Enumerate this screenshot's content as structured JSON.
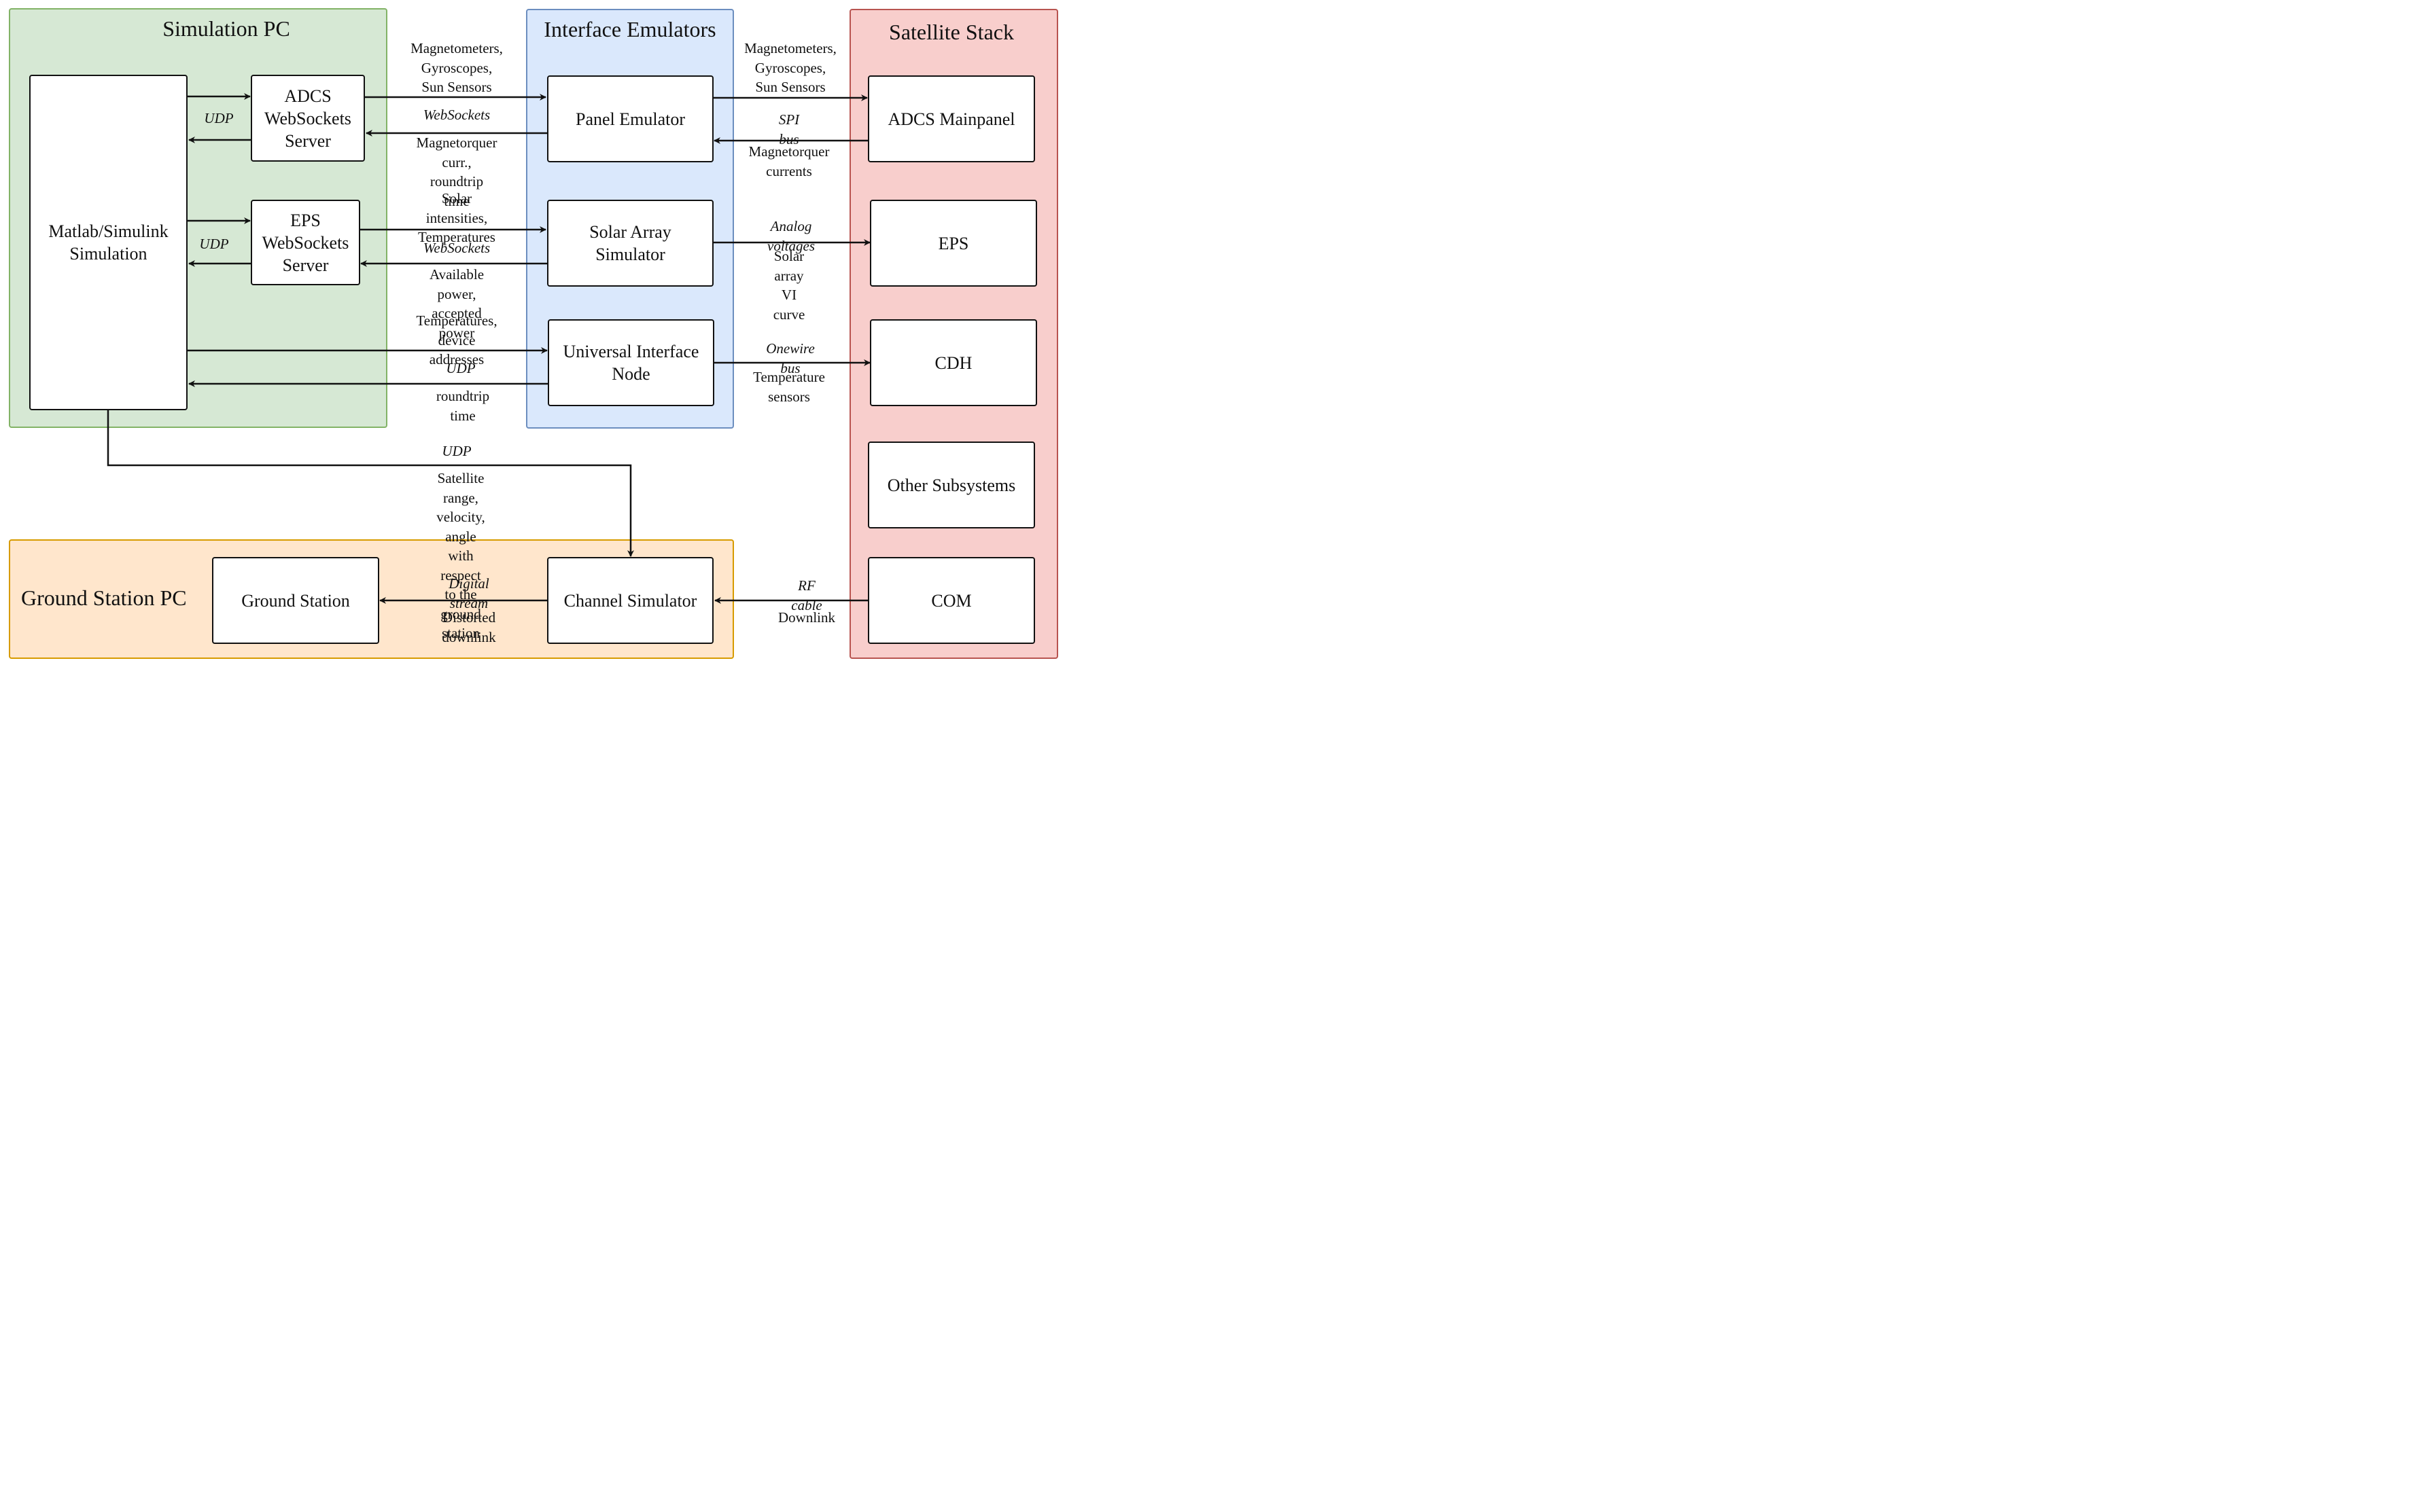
{
  "regions": {
    "simulation_pc": "Simulation PC",
    "interface_emulators": "Interface Emulators",
    "satellite_stack": "Satellite Stack",
    "ground_station_pc": "Ground Station PC"
  },
  "boxes": {
    "matlab": "Matlab/Simulink\nSimulation",
    "adcs_ws": "ADCS\nWebSockets\nServer",
    "eps_ws": "EPS\nWebSockets\nServer",
    "panel_emulator": "Panel Emulator",
    "solar_array_sim": "Solar Array\nSimulator",
    "uin": "Universal Interface\nNode",
    "adcs_mainpanel": "ADCS Mainpanel",
    "eps": "EPS",
    "cdh": "CDH",
    "other_subsystems": "Other Subsystems",
    "com": "COM",
    "channel_simulator": "Channel Simulator",
    "ground_station": "Ground Station"
  },
  "labels": {
    "udp_adcs": "UDP",
    "udp_eps": "UDP",
    "mag_gyro_sun_1": "Magnetometers,\nGyroscopes,\nSun Sensors",
    "websockets_1": "WebSockets",
    "magnetorquer_curr_rt": "Magnetorquer curr.,\nroundtrip time",
    "mag_gyro_sun_2": "Magnetometers,\nGyroscopes,\nSun Sensors",
    "spi_bus": "SPI bus",
    "magnetorquer_currents": "Magnetorquer\ncurrents",
    "solar_intensities_temps": "Solar intensities,\nTemperatures",
    "websockets_2": "WebSockets",
    "available_accepted_power": "Available power,\naccepted power",
    "analog_voltages": "Analog voltages",
    "solar_array_vi": "Solar array\nVI curve",
    "temps_device_addresses": "Temperatures,\ndevice addresses",
    "udp_uin": "UDP",
    "roundtrip_time": "roundtrip time",
    "onewire_bus": "Onewire bus",
    "temperature_sensors": "Temperature\nsensors",
    "udp_channel": "UDP",
    "satellite_range": "Satellite range, velocity, angle\nwith respect to the ground station",
    "digital_stream": "Digital stream",
    "distorted_downlink": "Distorted downlink",
    "rf_cable": "RF cable",
    "downlink": "Downlink"
  },
  "colors": {
    "simulation_pc_fill": "#d6e8d4",
    "interface_emulators_fill": "#dae8fc",
    "satellite_stack_fill": "#f8cecc",
    "ground_station_pc_fill": "#ffe6cc"
  }
}
